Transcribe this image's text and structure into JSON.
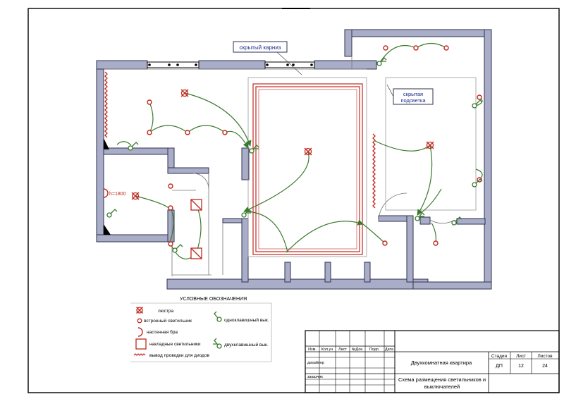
{
  "callouts": {
    "cornice": "скрытый карниз",
    "backlight_line1": "скрытая",
    "backlight_line2": "подсветка"
  },
  "height_mark": "h=1800",
  "legend": {
    "title": "УСЛОВНЫЕ ОБОЗНАЧЕНИЯ",
    "chandelier": "люстра",
    "recessed": "встроеный светильник",
    "sconce": "настенная бра",
    "surface": "накладные светильники",
    "wiring": "вывод проводки для диодов",
    "switch_single": "одноклавишный вык.",
    "switch_double": "двухклавишный вык."
  },
  "title_block": {
    "headers": [
      "Изм.",
      "Кол.уч",
      "Лист",
      "№Док.",
      "Подп.",
      "Дата"
    ],
    "role_designer": "дизайнер",
    "role_customer": "заказчик",
    "project": "Двухкомнатная квартира",
    "sheet_title_line1": "Схема размещения светильников и",
    "sheet_title_line2": "выключателей",
    "stage_label": "Стадия",
    "sheet_label": "Лист",
    "sheets_label": "Листов",
    "stage": "ДП",
    "sheet": "12",
    "sheets": "24"
  },
  "colors": {
    "wall_fill": "#a9adc7",
    "wall_stroke": "#2e3250",
    "fixture": "#c0281e",
    "switch": "#3a7a2c",
    "callout_text": "#1a2a8a"
  }
}
